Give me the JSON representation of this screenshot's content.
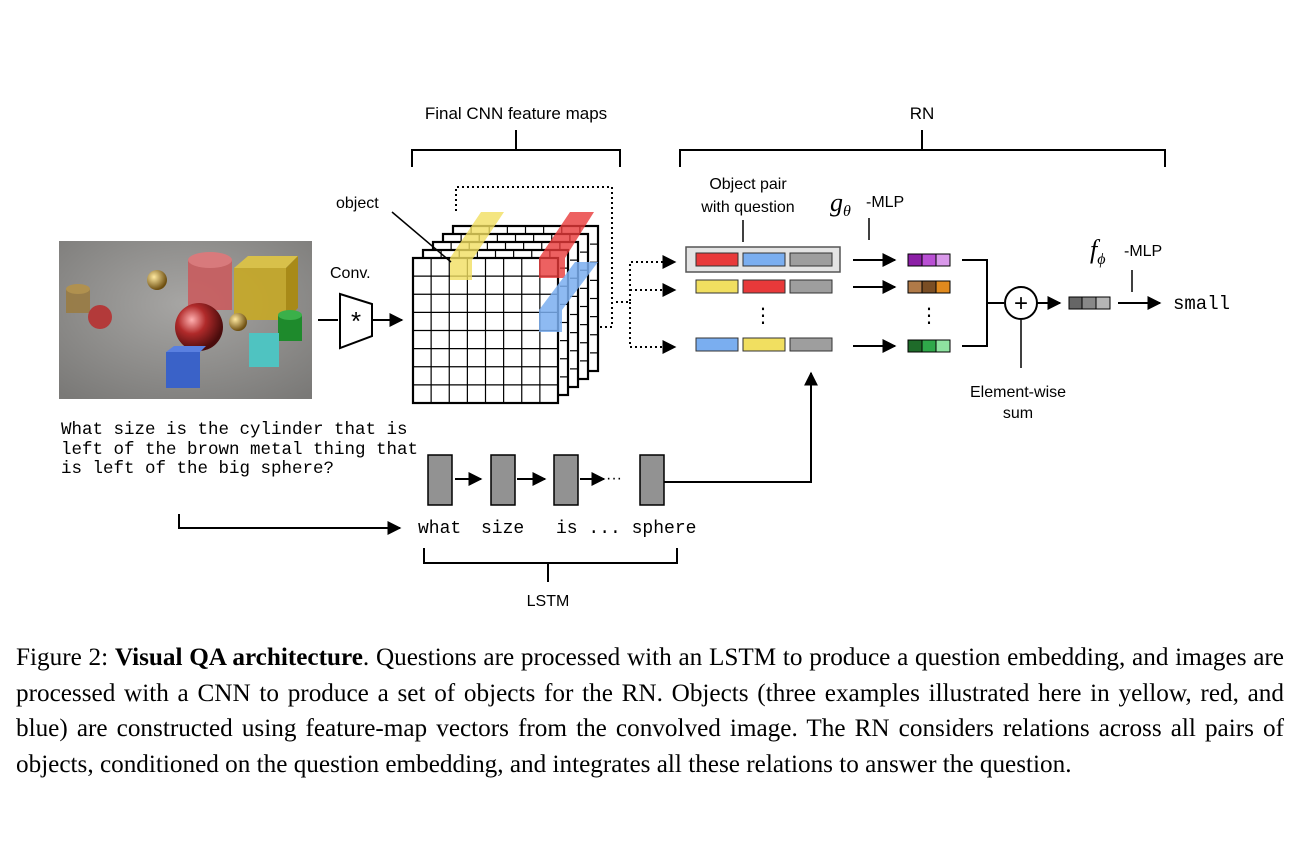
{
  "labels": {
    "cnn_bracket": "Final CNN feature maps",
    "rn_bracket": "RN",
    "object": "object",
    "conv": "Conv.",
    "conv_symbol": "*",
    "object_pair_line1": "Object pair",
    "object_pair_line2": "with question",
    "g_symbol": "gθ",
    "g_mlp": "-MLP",
    "f_symbol": "fϕ",
    "f_mlp": "-MLP",
    "output": "small",
    "plus": "+",
    "sum_line1": "Element-wise",
    "sum_line2": "sum",
    "dots": "⋮",
    "lstm_dots": "···",
    "lstm": "LSTM"
  },
  "question_text": "What size is the cylinder that is left of the brown metal thing that is left of the big sphere?",
  "lstm_words": {
    "w1": "what",
    "w2": "size",
    "w3": "is ... sphere"
  },
  "caption": {
    "prefix": "Figure 2: ",
    "title": "Visual QA architecture",
    "body": ". Questions are processed with an LSTM to produce a question embedding, and images are processed with a CNN to produce a set of objects for the RN. Objects (three examples illustrated here in yellow, red, and blue) are constructed using feature-map vectors from the convolved image. The RN considers relations across all pairs of objects, conditioned on the question embedding, and integrates all these relations to answer the question."
  },
  "colors": {
    "red": "#e8393a",
    "blue": "#7aaef0",
    "yellow": "#f1df60",
    "gray": "#9e9e9e",
    "lstm_gray": "#929292",
    "scene_bg": "#8c8b89"
  },
  "icons": {
    "conv": "trapezoid-icon",
    "sum": "plus-circle-icon"
  }
}
